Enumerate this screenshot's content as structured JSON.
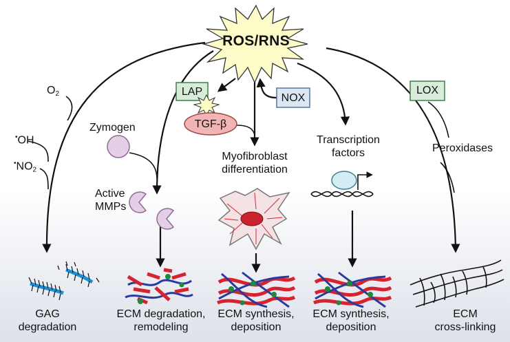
{
  "center": {
    "label": "ROS/RNS"
  },
  "boxes": {
    "lap": "LAP",
    "nox": "NOX",
    "lox": "LOX"
  },
  "tgf": {
    "label": "TGF-β"
  },
  "left_branch": {
    "o2": "O",
    "o2_sub": "2",
    "oh": "OH",
    "oh_sup": "•",
    "no2": "NO",
    "no2_sub": "2",
    "no2_sup": "•",
    "bottom_line1": "GAG",
    "bottom_line2": "degradation"
  },
  "mmp_branch": {
    "zymogen": "Zymogen",
    "active_line1": "Active",
    "active_line2": "MMPs",
    "bottom_line1": "ECM degradation,",
    "bottom_line2": "remodeling"
  },
  "myo_branch": {
    "line1": "Myofibroblast",
    "line2": "differentiation",
    "bottom_line1": "ECM synthesis,",
    "bottom_line2": "deposition"
  },
  "tf_branch": {
    "line1": "Transcription",
    "line2": "factors",
    "bottom_line1": "ECM synthesis,",
    "bottom_line2": "deposition"
  },
  "lox_branch": {
    "peroxidases": "Peroxidases",
    "bottom_line1": "ECM",
    "bottom_line2": "cross-linking"
  },
  "colors": {
    "star_fill": "#fdfbc8",
    "box_fill": "#d9ecd9",
    "box_stroke": "#3f7d4f",
    "nox_fill": "#dbe8f4",
    "nox_stroke": "#5577a0",
    "tgf_fill": "#f2b4b4",
    "zymogen_fill": "#e4cfe6",
    "fiber_red": "#d7232f",
    "fiber_blue": "#2a3a9a",
    "dot_green": "#1f8a3e",
    "gag_blue": "#1e8fd0"
  }
}
